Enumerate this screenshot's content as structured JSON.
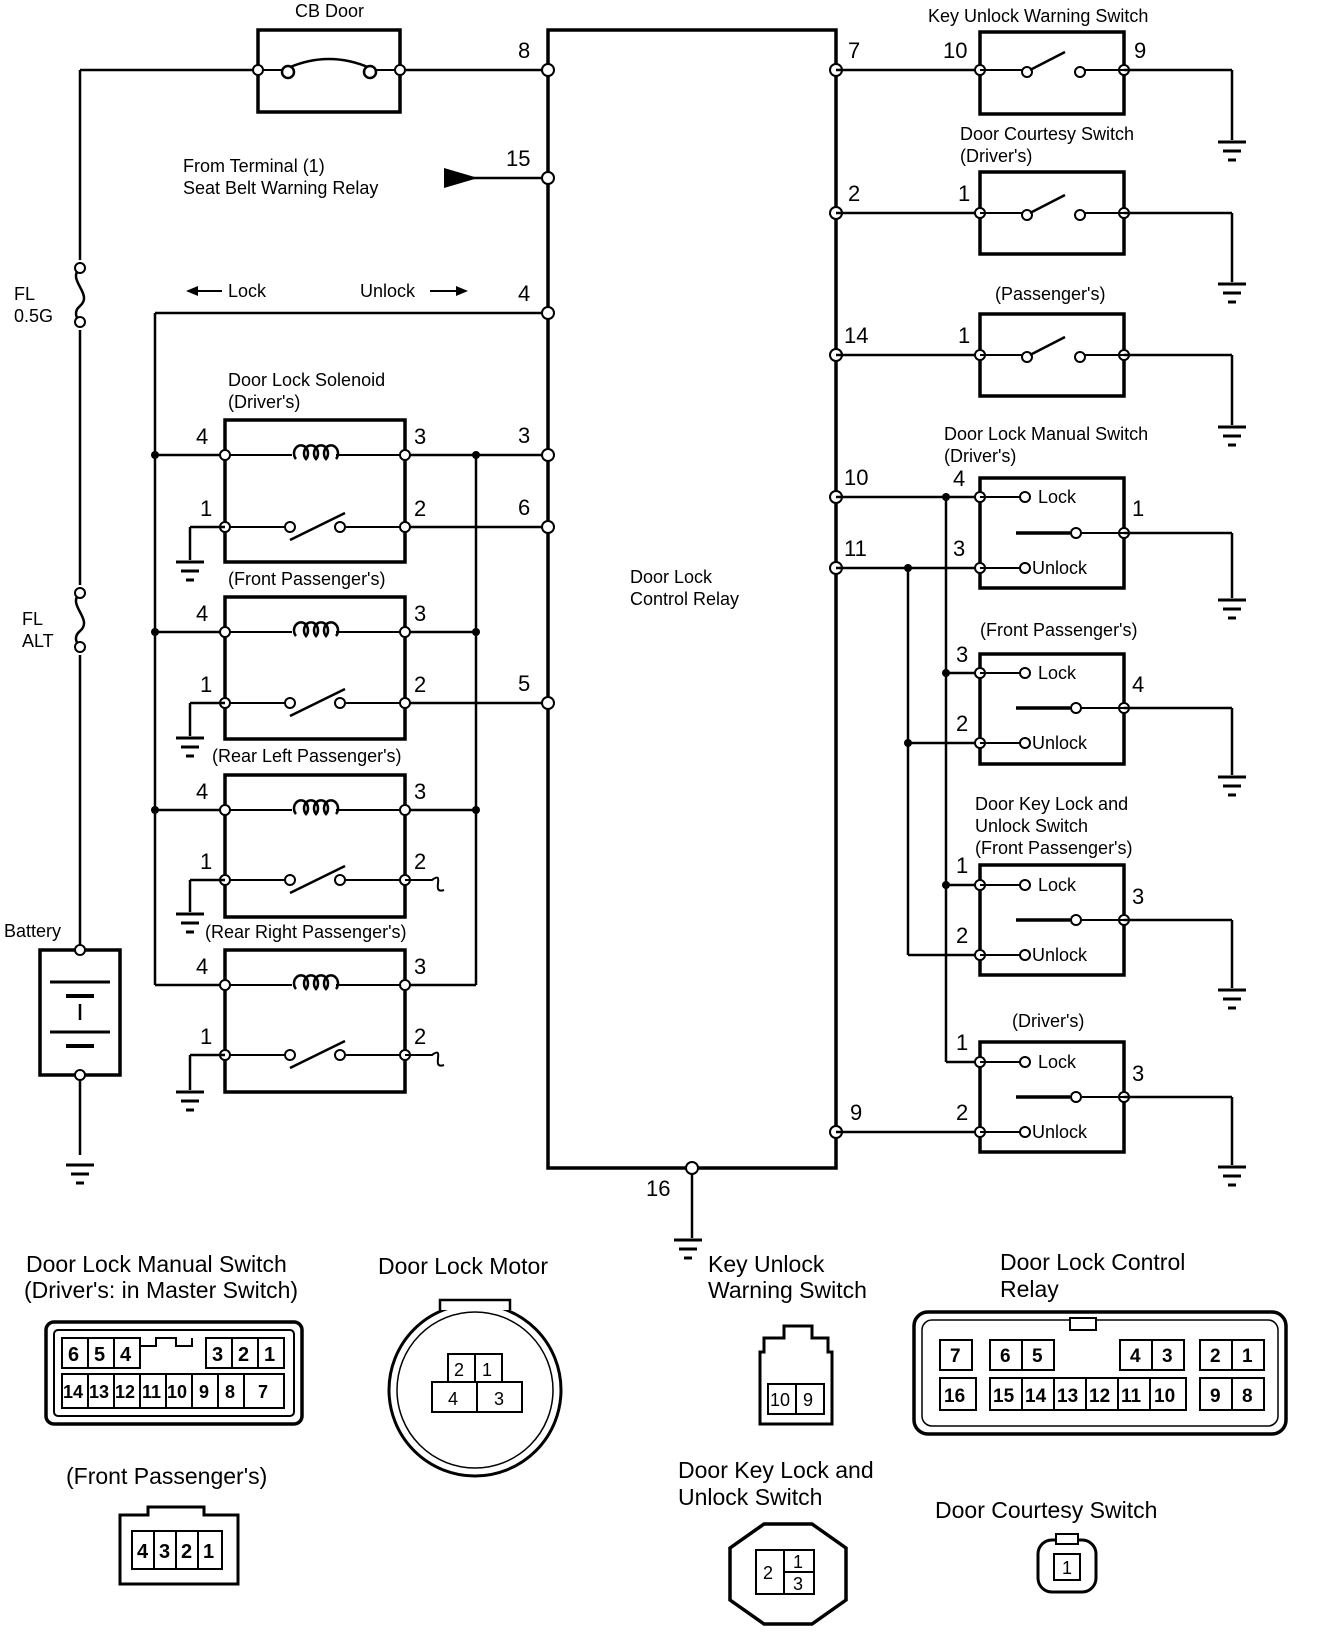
{
  "labels": {
    "cb_door": "CB Door",
    "seat_belt_from_1": "From Terminal (1)",
    "seat_belt_from_2": "Seat Belt Warning Relay",
    "lock_arrow": "Lock",
    "unlock_arrow": "Unlock",
    "fl_05g_1": "FL",
    "fl_05g_2": "0.5G",
    "fl_alt_1": "FL",
    "fl_alt_2": "ALT",
    "battery": "Battery",
    "solenoid_title_1": "Door Lock Solenoid",
    "solenoid_title_2": "(Driver's)",
    "solenoid_front_pass": "(Front Passenger's)",
    "solenoid_rear_left": "(Rear Left Passenger's)",
    "solenoid_rear_right": "(Rear Right Passenger's)",
    "relay_name_1": "Door Lock",
    "relay_name_2": "Control Relay",
    "key_unlock_switch": "Key Unlock Warning Switch",
    "courtesy_title_1": "Door Courtesy Switch",
    "courtesy_title_2": "(Driver's)",
    "courtesy_passenger": "(Passenger's)",
    "manual_title_1": "Door Lock Manual Switch",
    "manual_title_2": "(Driver's)",
    "manual_front_pass": "(Front Passenger's)",
    "keylock_title_1": "Door Key Lock and",
    "keylock_title_2": "Unlock Switch",
    "keylock_title_3": "(Front Passenger's)",
    "keylock_driver": "(Driver's)",
    "lock": "Lock",
    "unlock": "Unlock"
  },
  "pins": {
    "relay_left": [
      "8",
      "15",
      "4",
      "3",
      "6",
      "5"
    ],
    "relay_right": [
      "7",
      "2",
      "14",
      "10",
      "11",
      "9"
    ],
    "relay_bottom": "16",
    "key_unlock": [
      "10",
      "9"
    ],
    "courtesy": [
      "1",
      "1"
    ],
    "solenoid": [
      "4",
      "3",
      "1",
      "2"
    ],
    "manual_driver": [
      "4",
      "3",
      "1"
    ],
    "manual_front": [
      "3",
      "2",
      "4"
    ],
    "keylock_front": [
      "1",
      "2",
      "3"
    ],
    "keylock_driver": [
      "1",
      "2",
      "3"
    ]
  },
  "connectors": {
    "manual_switch_title_1": "Door Lock Manual Switch",
    "manual_switch_title_2": "(Driver's: in Master Switch)",
    "manual_switch_top": [
      "6",
      "5",
      "4",
      "3",
      "2",
      "1"
    ],
    "manual_switch_bottom": [
      "14",
      "13",
      "12",
      "11",
      "10",
      "9",
      "8",
      "7"
    ],
    "front_passenger_title": "(Front Passenger's)",
    "front_passenger_pins": [
      "4",
      "3",
      "2",
      "1"
    ],
    "motor_title": "Door Lock Motor",
    "motor_pins": [
      "2",
      "1",
      "4",
      "3"
    ],
    "key_unlock_title_1": "Key Unlock",
    "key_unlock_title_2": "Warning Switch",
    "key_unlock_pins": [
      "10",
      "9"
    ],
    "relay_title_1": "Door Lock Control",
    "relay_title_2": "Relay",
    "relay_top": [
      "7",
      "6",
      "5",
      "4",
      "3",
      "2",
      "1"
    ],
    "relay_bottom": [
      "16",
      "15",
      "14",
      "13",
      "12",
      "11",
      "10",
      "9",
      "8"
    ],
    "key_lock_title_1": "Door Key Lock and",
    "key_lock_title_2": "Unlock Switch",
    "key_lock_pins": [
      "2",
      "1",
      "3"
    ],
    "courtesy_title": "Door Courtesy Switch",
    "courtesy_pin": "1"
  }
}
